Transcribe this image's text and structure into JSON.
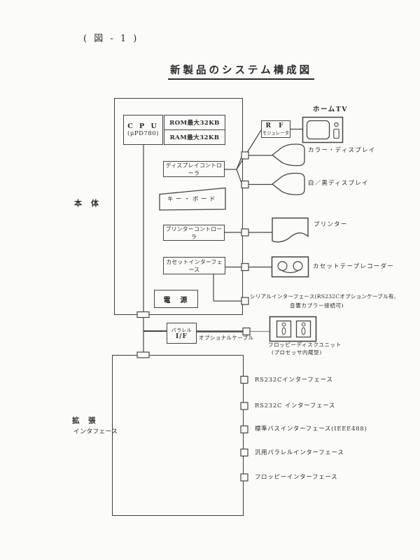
{
  "figure_label": "( 図 - 1 )",
  "title": "新製品のシステム構成図",
  "main_unit": {
    "label": "本　体",
    "cpu_line1": "C P U",
    "cpu_line2": "(μPD780)",
    "rom": "ROM最大32KB",
    "ram": "RAM最大32KB",
    "display_controller": "ディスプレイコントローラ",
    "keyboard": "キー・ボード",
    "printer_controller": "プリンターコントローラ",
    "cassette_interface": "カセットインターフェース",
    "power": "電　源"
  },
  "peripherals": {
    "rf_line1": "R F",
    "rf_line2": "モジュレータ",
    "home_tv": "ホームTV",
    "color_display": "カラー・ディスプレイ",
    "bw_display": "白／黒ディスプレイ",
    "printer": "プリンター",
    "cassette_recorder": "カセットテープレコーダー",
    "serial_line1": "シリアルインターフェース(RS232Cオプションケーブル有、",
    "serial_line2": "音響カプラー接続可)"
  },
  "lower_section": {
    "parallel_if_line1": "パラレル",
    "parallel_if_line2": "I/F",
    "optional_cable": "オプショナルケーブル",
    "floppy_unit": "フロッピーディスクユニット",
    "floppy_unit_note": "(プロセッサ内蔵型)",
    "expansion_label_line1": "拡　張",
    "expansion_label_line2": "インタフェース",
    "interfaces": [
      "RS232Cインターフェース",
      "RS232C インターフェース",
      "標準バスインターフェース(IEEE488)",
      "汎用パラレルインターフェース",
      "フロッピーインターフェース"
    ]
  },
  "colors": {
    "line": "#474747",
    "text": "#2b2b2b",
    "paper": "#fbfbfa"
  }
}
